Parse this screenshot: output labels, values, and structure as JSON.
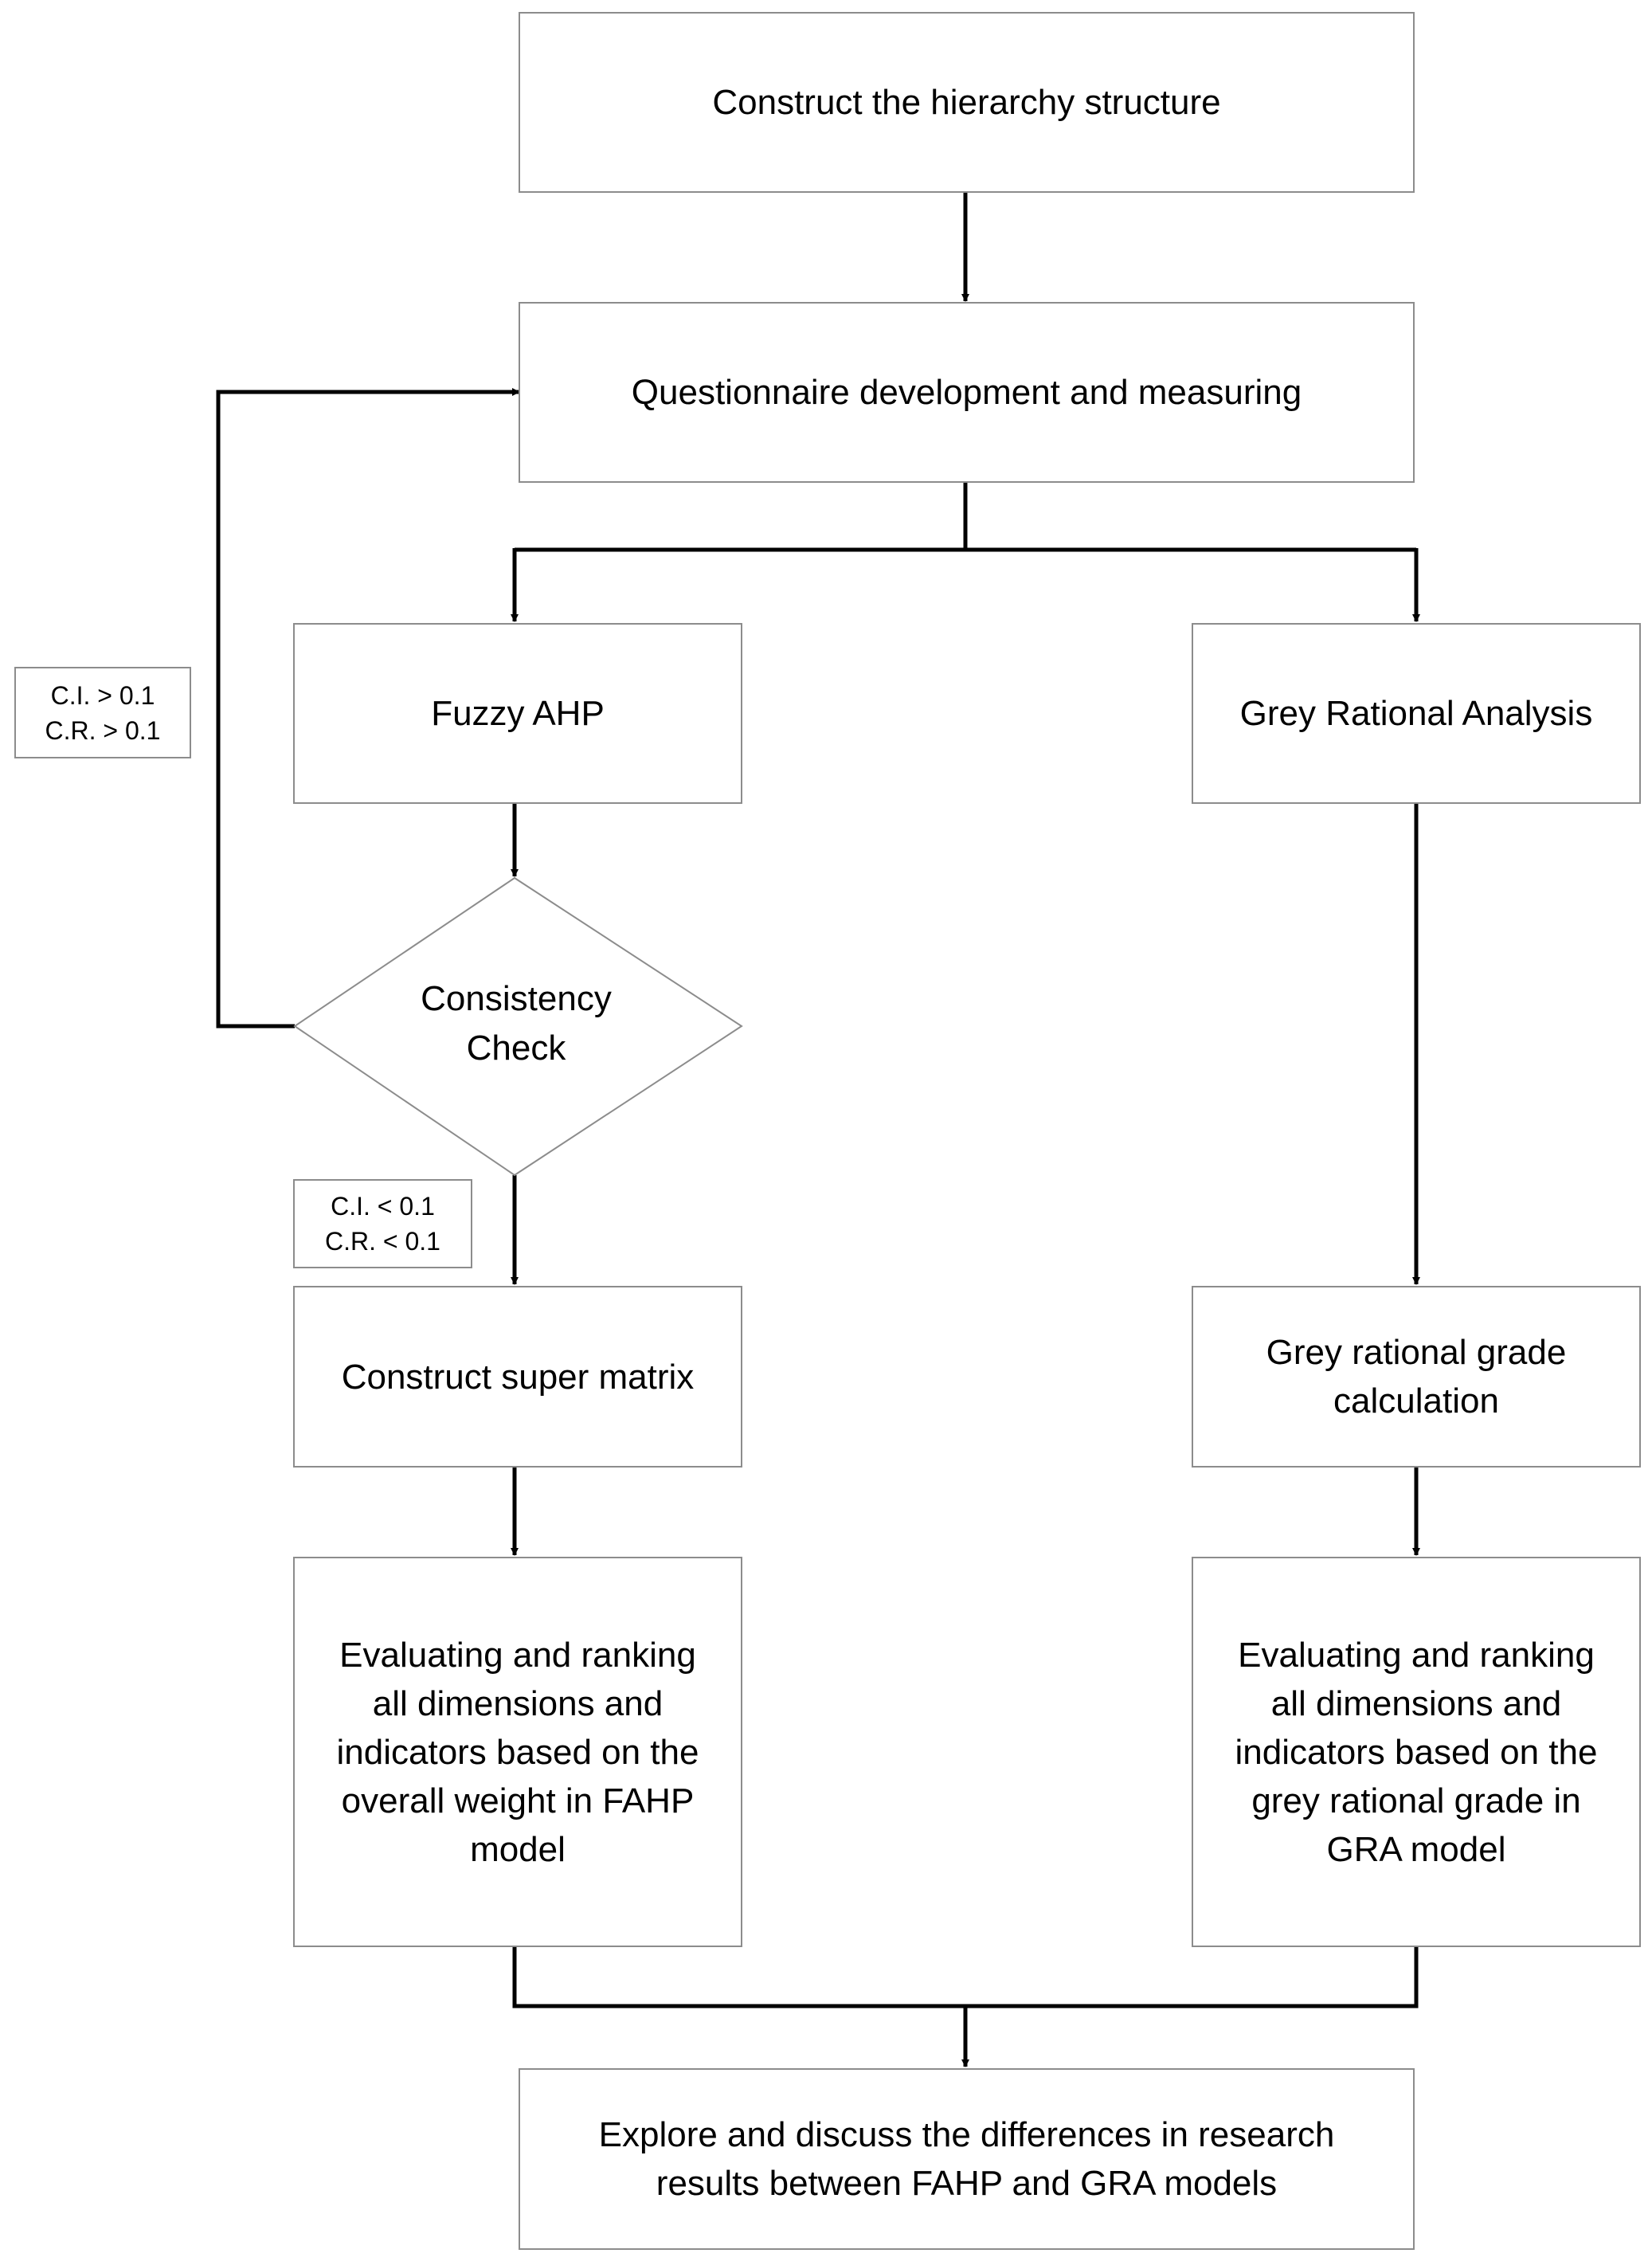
{
  "steps": {
    "hierarchy": "Construct the hierarchy structure",
    "questionnaire": "Questionnaire development and measuring",
    "fuzzy_ahp": "Fuzzy AHP",
    "gra": "Grey Rational Analysis",
    "consistency": "Consistency\nCheck",
    "super_matrix": "Construct super matrix",
    "grey_grade": "Grey rational grade\ncalculation",
    "rank_fahp": "Evaluating and ranking\nall dimensions and\nindicators based on the\noverall weight in FAHP\nmodel",
    "rank_gra": "Evaluating and ranking\nall dimensions and\nindicators based on the\ngrey rational grade in\nGRA model",
    "explore": "Explore and discuss the differences in research\nresults between FAHP and GRA models"
  },
  "conditions": {
    "fail": {
      "ci": "C.I. > 0.1",
      "cr": "C.R. > 0.1"
    },
    "pass": {
      "ci": "C.I. < 0.1",
      "cr": "C.R. < 0.1"
    }
  },
  "colors": {
    "box_border": "#8c8c8c",
    "connector": "#000000"
  }
}
